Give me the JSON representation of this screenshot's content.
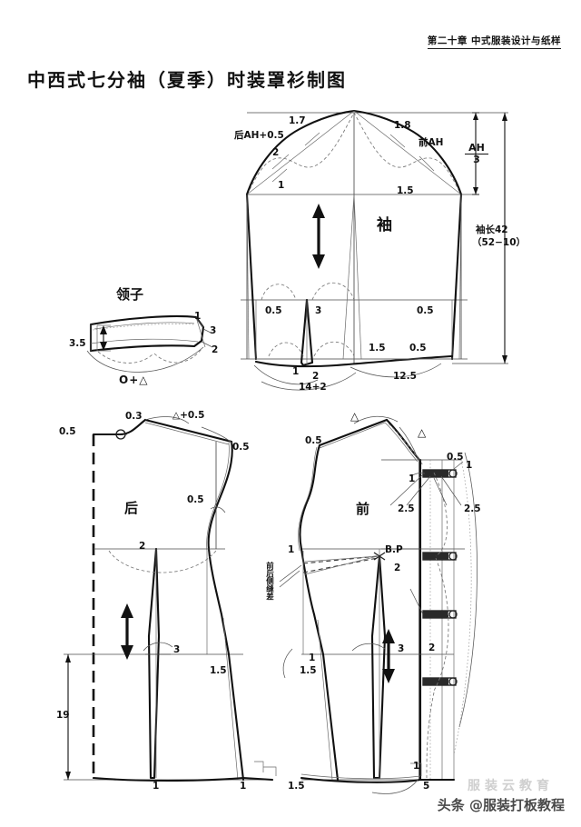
{
  "document": {
    "chapter_header": "第二十章  中式服装设计与纸样",
    "title": "中西式七分袖（夏季）时装罩衫制图",
    "watermark": "头条 @服装打板教程",
    "watermark_faint": "服装云教育"
  },
  "sleeve": {
    "piece_label": "袖",
    "back_ah": "后AH+0.5",
    "front_ah": "前AH",
    "cap_left_1": "1.7",
    "cap_right_1": "1.8",
    "cap_left_2": "2",
    "cap_left_3": "1",
    "cap_right_2": "1.5",
    "ah_fraction_num": "AH",
    "ah_fraction_den": "3",
    "sleeve_length": "袖长42",
    "sleeve_length_calc": "（52−10）",
    "elbow_left": "0.5",
    "elbow_mid": "3",
    "elbow_right": "0.5",
    "hem_1": "1",
    "hem_2": "2",
    "hem_total": "14+2",
    "hem_15": "1.5",
    "hem_05": "0.5",
    "hem_125": "12.5"
  },
  "collar": {
    "piece_label": "领子",
    "height": "3.5",
    "tip_1": "1",
    "tip_3": "3",
    "tip_2": "2",
    "length_formula": "O+△"
  },
  "back": {
    "piece_label": "后",
    "neck_05": "0.5",
    "shoulder_03": "0.3",
    "shoulder_formula": "△+0.5",
    "armhole_05a": "0.5",
    "armhole_05b": "0.5",
    "dart_2": "2",
    "dart_3": "3",
    "side_15": "1.5",
    "hem_1a": "1",
    "hem_1b": "1",
    "waist_19": "19"
  },
  "front": {
    "piece_label": "前",
    "shoulder_tri_a": "△",
    "shoulder_tri_b": "△",
    "shoulder_05": "0.5",
    "neck_05": "0.5",
    "placket_1a": "1",
    "placket_1b": "1",
    "button_25a": "2.5",
    "button_25b": "2.5",
    "bp_label": "B.P",
    "bust_dart_2": "2",
    "side_seam_diff": "前后侧缝差",
    "armhole_1": "1",
    "dart_3": "3",
    "hem_15": "1.5",
    "hem_1": "1",
    "placket_2": "2",
    "hem_5": "5"
  }
}
